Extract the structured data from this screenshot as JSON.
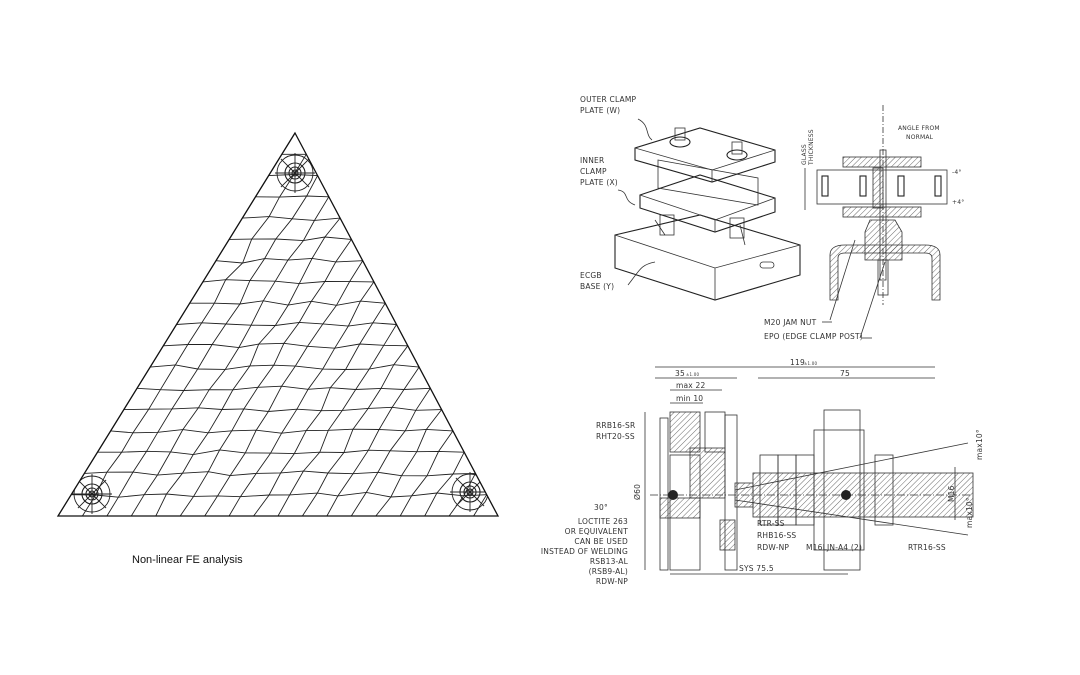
{
  "fe_analysis": {
    "caption": "Non-linear FE analysis"
  },
  "clamp_detail": {
    "labels": {
      "outer_clamp_plate": [
        "OUTER CLAMP",
        "PLATE (W)"
      ],
      "inner_clamp_plate": [
        "INNER",
        "CLAMP",
        "PLATE (X)"
      ],
      "ecgb_base": [
        "ECGB",
        "BASE (Y)"
      ],
      "glass_thickness": [
        "GLASS",
        "THICKNESS"
      ],
      "angle_from_normal": [
        "ANGLE FROM",
        "NORMAL"
      ],
      "angle_top": "-4°",
      "angle_bottom": "+4°",
      "m20_jam_nut": "M20 JAM NUT",
      "epo": "EPO (EDGE CLAMP POST)"
    }
  },
  "bolt_detail": {
    "dimensions": {
      "overall": "119",
      "overall_tol": "±1.00",
      "left": "35",
      "left_tol": "±1.00",
      "right": "75",
      "max": "max 22",
      "min": "min 10",
      "diameter": "Ø60",
      "thread": "M16",
      "angle_top": "max10°",
      "angle_bottom": "max10°",
      "sys": "SYS  75.5",
      "weld_angle": "30°"
    },
    "labels": {
      "rrb16_sr": "RRB16-SR",
      "rht20_ss": "RHT20-SS",
      "loctite": [
        "LOCTITE 263",
        "OR EQUIVALENT",
        "CAN BE USED",
        "INSTEAD OF WELDING"
      ],
      "rsb13_al": "RSB13-AL",
      "rsb9_al": "(RSB9-AL)",
      "rdw_np_left": "RDW-NP",
      "rtr_ss": "RTR-SS",
      "rhb16_ss": "RHB16-SS",
      "rdw_np_right": "RDW-NP",
      "m16ljn": "M16LJN-A4 (2)",
      "rtr16_ss": "RTR16-SS"
    }
  }
}
